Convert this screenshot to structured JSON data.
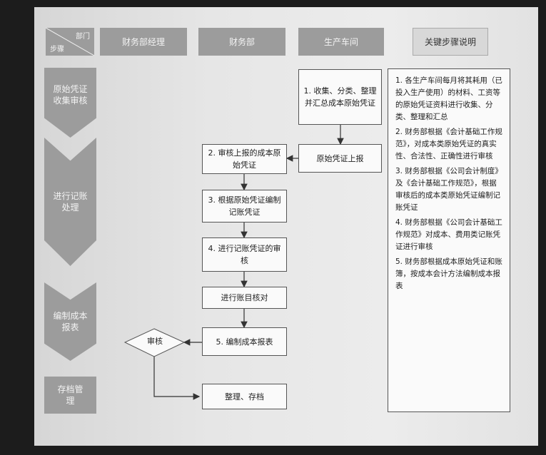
{
  "header": {
    "corner_top": "部门",
    "corner_bottom": "步骤",
    "columns": [
      "财务部经理",
      "财务部",
      "生产车间",
      "关键步骤说明"
    ]
  },
  "stages": [
    "原始凭证收集审核",
    "进行记账处理",
    "编制成本报表",
    "存档管理"
  ],
  "boxes": {
    "collect": "1. 收集、分类、整理并汇总成本原始凭证",
    "upload": "原始凭证上报",
    "review_upload": "2. 审核上报的成本原始凭证",
    "make_voucher": "3. 根据原始凭证编制记账凭证",
    "review_voucher": "4. 进行记账凭证的审核",
    "reconcile": "进行账目核对",
    "report": "5. 编制成本报表",
    "audit": "审核",
    "archive": "整理、存档"
  },
  "notes": [
    "1. 各生产车间每月将其耗用（已投入生产使用）的材料、工资等的原始凭证资料进行收集、分类、整理和汇总",
    "2. 财务部根据《会计基础工作规范》，对成本类原始凭证的真实性、合法性、正确性进行审核",
    "3. 财务部根据《公司会计制度》及《会计基础工作规范》，根据审核后的成本类原始凭证编制记账凭证",
    "4. 财务部根据《公司会计基础工作规范》对成本、费用类记账凭证进行审核",
    "5. 财务部根据成本原始凭证和账簿，按成本会计方法编制成本报表"
  ]
}
